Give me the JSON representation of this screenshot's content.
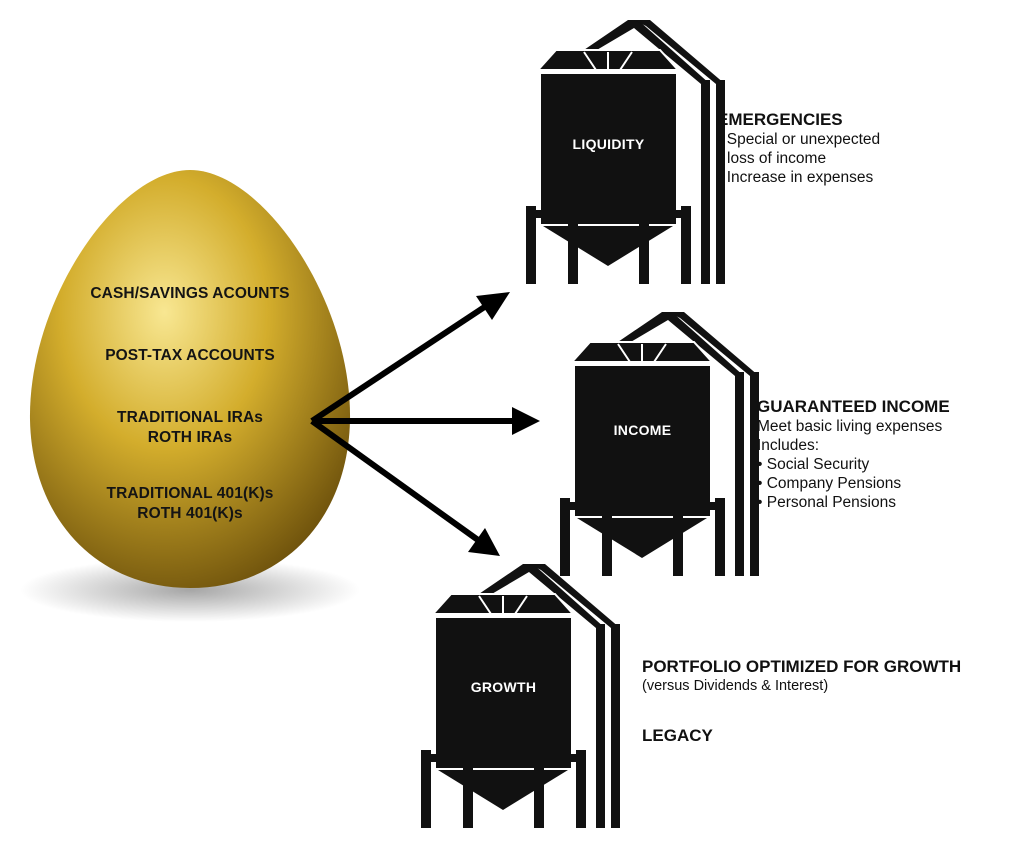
{
  "colors": {
    "gold_highlight": "#f8e792",
    "gold_mid": "#d3ad2c",
    "gold_dark": "#6b4f0b",
    "silo_fill": "#111111",
    "arrow_color": "#000000"
  },
  "egg": {
    "lines": [
      "CASH/SAVINGS ACOUNTS",
      "POST-TAX ACCOUNTS",
      "TRADITIONAL IRAs",
      "ROTH IRAs",
      "TRADITIONAL 401(K)s",
      "ROTH 401(K)s"
    ]
  },
  "silos": {
    "liquidity": {
      "label": "LIQUIDITY",
      "heading": "EMERGENCIES",
      "bullets": [
        "• Special or unexpected",
        "loss of income",
        "• Increase in expenses"
      ]
    },
    "income": {
      "label": "INCOME",
      "heading": "GUARANTEED INCOME",
      "lines": [
        "Meet basic living expenses",
        "Includes:",
        "• Social Security",
        "• Company Pensions",
        "• Personal Pensions"
      ]
    },
    "growth": {
      "label": "GROWTH",
      "heading": "PORTFOLIO OPTIMIZED FOR GROWTH",
      "subheading": "(versus Dividends & Interest)",
      "heading2": "LEGACY"
    }
  },
  "icons": {
    "egg": "golden-egg-icon",
    "silo": "grain-silo-icon",
    "arrow": "arrow-right-icon"
  }
}
